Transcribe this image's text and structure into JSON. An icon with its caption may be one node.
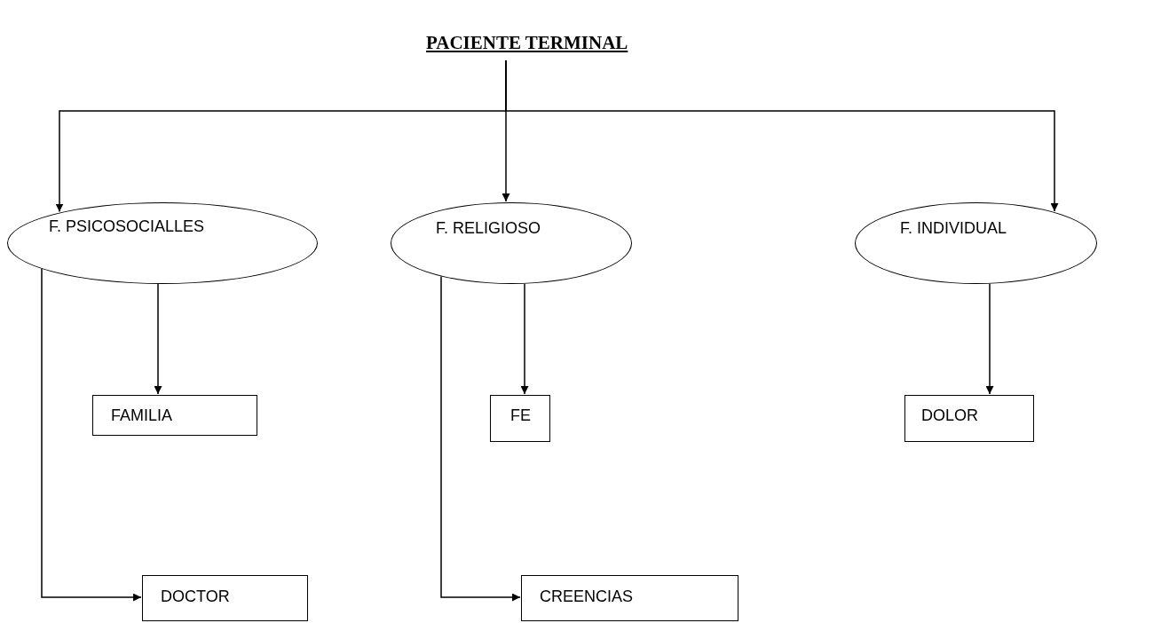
{
  "diagram": {
    "nodes": [
      {
        "text": [
          "PACIENTE TERMINAL"
        ]
      },
      {
        "text": [
          "F. PSICOSOCIALLES"
        ]
      },
      {
        "text": [
          "F. RELIGIOSO"
        ]
      },
      {
        "text": [
          "F. INDIVIDUAL"
        ]
      },
      {
        "text": [
          "FAMILIA"
        ]
      },
      {
        "text": [
          "FE"
        ]
      },
      {
        "text": [
          "DOLOR"
        ]
      },
      {
        "text": [
          "DOCTOR"
        ]
      },
      {
        "text": [
          "CREENCIAS"
        ]
      }
    ],
    "edges": [
      {
        "from": 0,
        "to": 1,
        "arrow": "to"
      },
      {
        "from": 0,
        "to": 2,
        "arrow": "to"
      },
      {
        "from": 0,
        "to": 3,
        "arrow": "to"
      },
      {
        "from": 1,
        "to": 4,
        "arrow": "to"
      },
      {
        "from": 1,
        "to": 7,
        "arrow": "to"
      },
      {
        "from": 2,
        "to": 5,
        "arrow": "to"
      },
      {
        "from": 2,
        "to": 8,
        "arrow": "to"
      },
      {
        "from": 3,
        "to": 6,
        "arrow": "to"
      }
    ]
  }
}
